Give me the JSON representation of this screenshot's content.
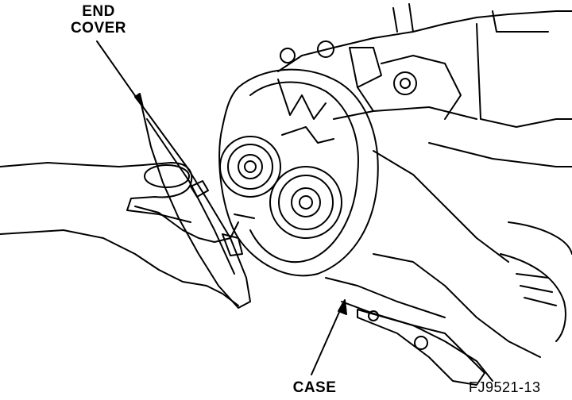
{
  "labels": {
    "end_cover_line1": "END",
    "end_cover_line2": "COVER",
    "case": "CASE",
    "figure_id": "FJ9521-13"
  },
  "colors": {
    "ink": "#000000",
    "paper": "#ffffff"
  }
}
